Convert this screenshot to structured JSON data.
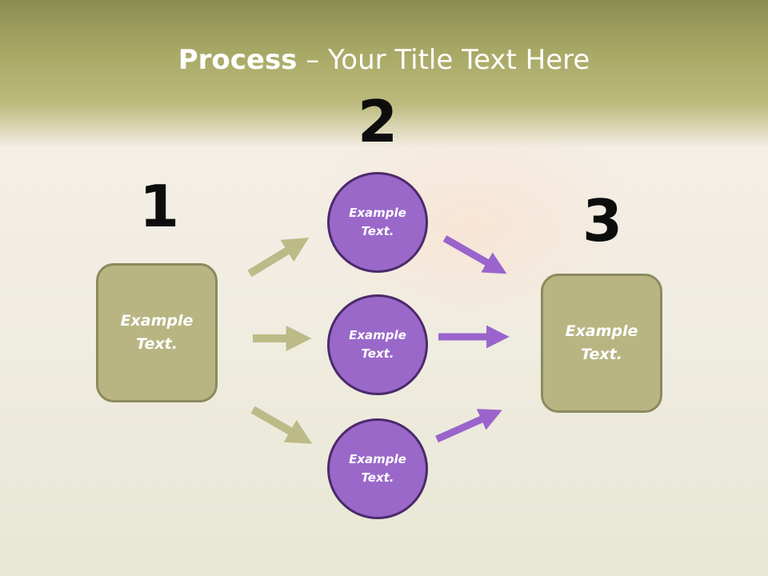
{
  "slide": {
    "title_bold": "Process",
    "title_rest": " – Your Title Text Here",
    "steps": [
      {
        "number": "1",
        "box_text": "Example Text."
      },
      {
        "number": "2",
        "circles": [
          "Example Text.",
          "Example Text.",
          "Example Text."
        ]
      },
      {
        "number": "3",
        "box_text": "Example Text."
      }
    ]
  },
  "colors": {
    "header": "#a8a866",
    "box_fill": "#b8b582",
    "box_border": "#8c8a5e",
    "circle_fill": "#9a68c9",
    "circle_border": "#4b2a6a",
    "arrow_olive": "#bcbb88",
    "arrow_purple": "#9a64cc"
  }
}
